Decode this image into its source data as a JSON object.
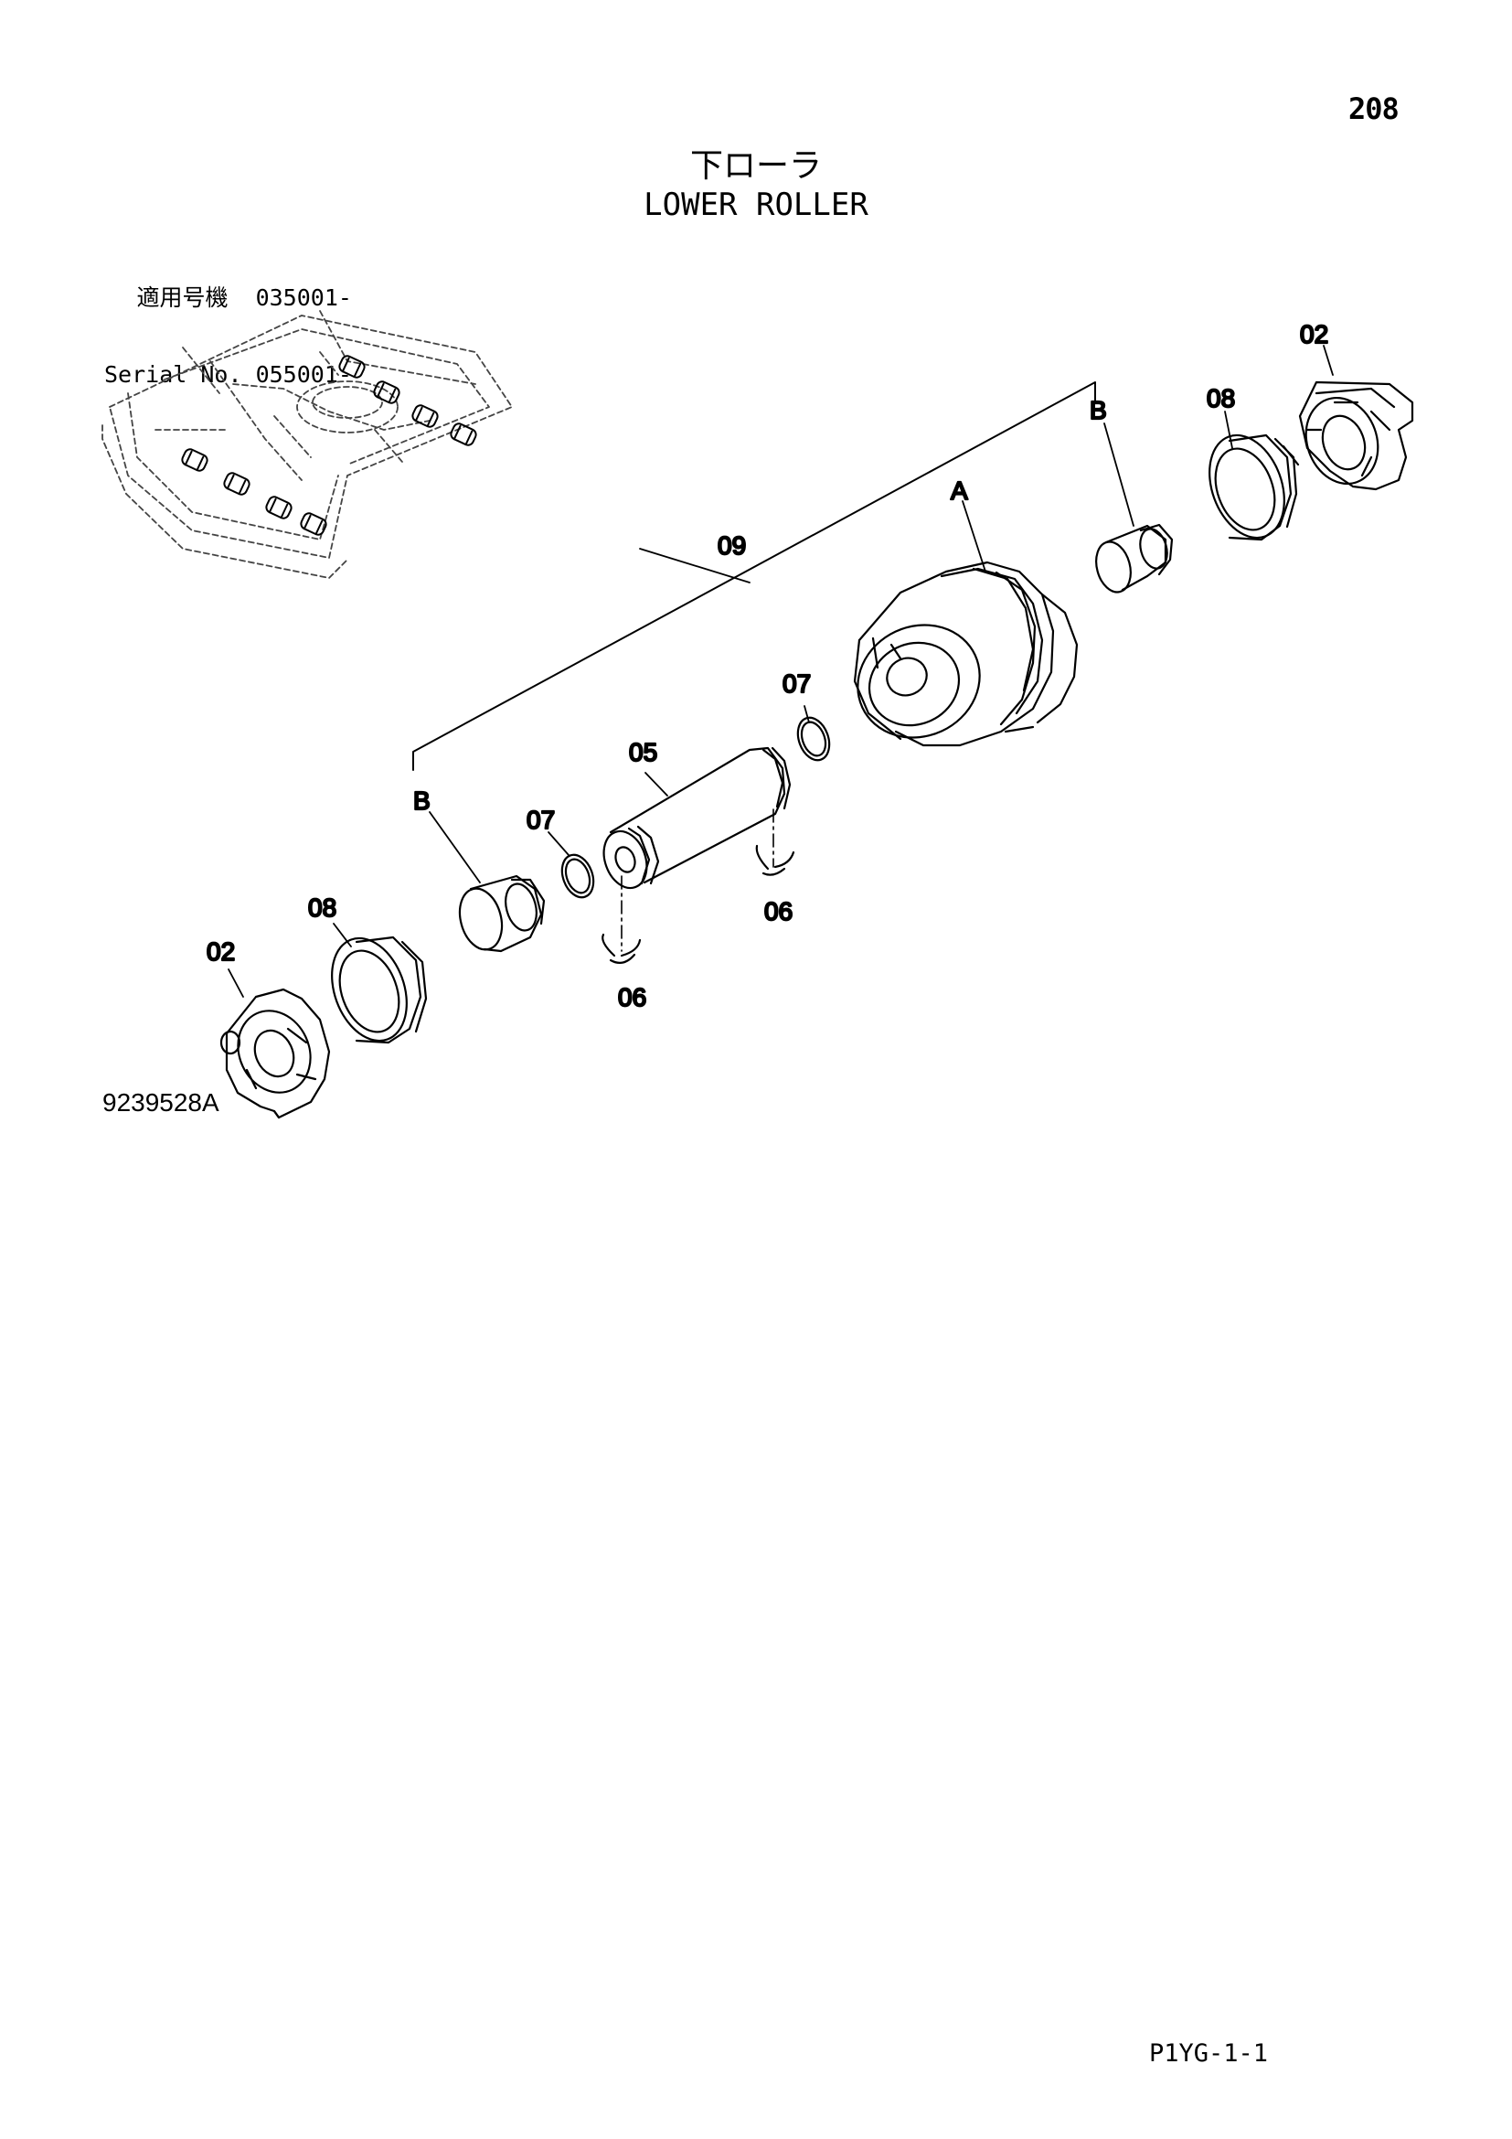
{
  "page_number": "208",
  "title_jp": "下ローラ",
  "title_en": "LOWER ROLLER",
  "serial": {
    "jp_label": "適用号機",
    "jp_value": "035001-",
    "en_label": "Serial No.",
    "en_value": "055001-"
  },
  "callouts": {
    "c02_right": "02",
    "c08_right": "08",
    "c_b_right": "B",
    "c_a": "A",
    "c09": "09",
    "c07_upper": "07",
    "c05": "05",
    "c_b_left": "B",
    "c07_lower": "07",
    "c06_right": "06",
    "c08_left": "08",
    "c02_left": "02",
    "c06_left": "06"
  },
  "drawing_code": "9239528A",
  "page_ref": "P1YG-1-1"
}
